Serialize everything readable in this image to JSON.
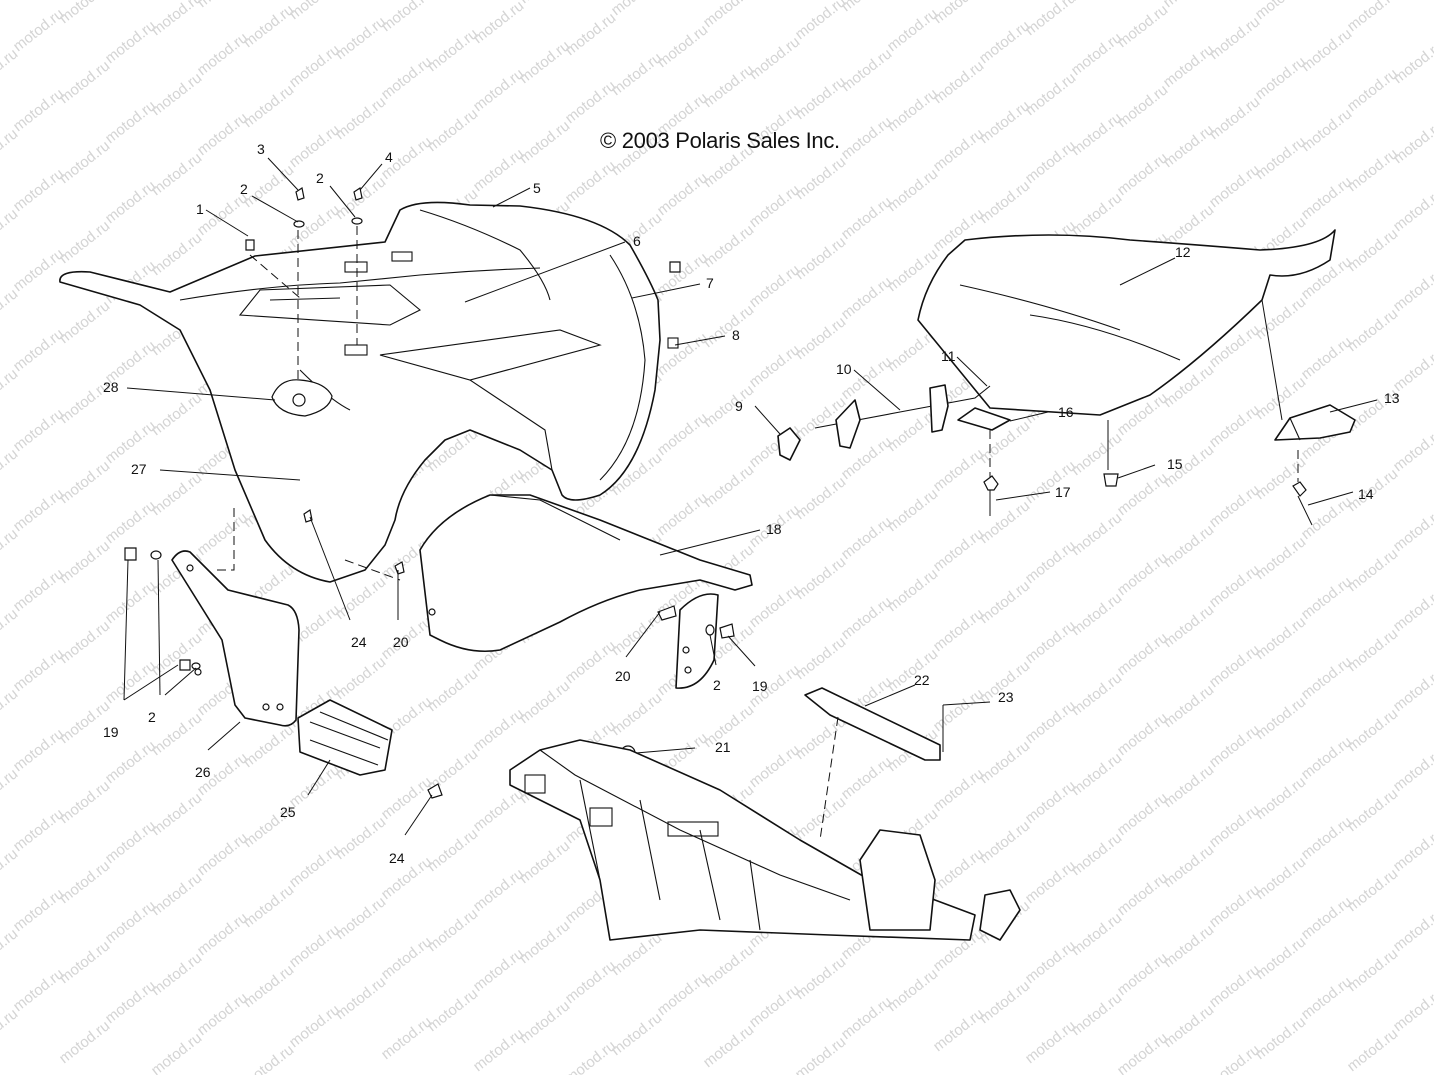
{
  "copyright": "© 2003 Polaris Sales Inc.",
  "watermark": "motod.ru",
  "callouts": [
    {
      "id": "c3",
      "label": "3"
    },
    {
      "id": "c2a",
      "label": "2"
    },
    {
      "id": "c1",
      "label": "1"
    },
    {
      "id": "c2b",
      "label": "2"
    },
    {
      "id": "c4",
      "label": "4"
    },
    {
      "id": "c5",
      "label": "5"
    },
    {
      "id": "c6",
      "label": "6"
    },
    {
      "id": "c7",
      "label": "7"
    },
    {
      "id": "c8",
      "label": "8"
    },
    {
      "id": "c28",
      "label": "28"
    },
    {
      "id": "c27",
      "label": "27"
    },
    {
      "id": "c9",
      "label": "9"
    },
    {
      "id": "c10",
      "label": "10"
    },
    {
      "id": "c11",
      "label": "11"
    },
    {
      "id": "c12",
      "label": "12"
    },
    {
      "id": "c13",
      "label": "13"
    },
    {
      "id": "c16",
      "label": "16"
    },
    {
      "id": "c15",
      "label": "15"
    },
    {
      "id": "c17",
      "label": "17"
    },
    {
      "id": "c14",
      "label": "14"
    },
    {
      "id": "c18",
      "label": "18"
    },
    {
      "id": "c24a",
      "label": "24"
    },
    {
      "id": "c20a",
      "label": "20"
    },
    {
      "id": "c20b",
      "label": "20"
    },
    {
      "id": "c2c",
      "label": "2"
    },
    {
      "id": "c19a",
      "label": "19"
    },
    {
      "id": "c19b",
      "label": "19"
    },
    {
      "id": "c2d",
      "label": "2"
    },
    {
      "id": "c26",
      "label": "26"
    },
    {
      "id": "c25",
      "label": "25"
    },
    {
      "id": "c24b",
      "label": "24"
    },
    {
      "id": "c22",
      "label": "22"
    },
    {
      "id": "c23",
      "label": "23"
    },
    {
      "id": "c21",
      "label": "21"
    }
  ]
}
